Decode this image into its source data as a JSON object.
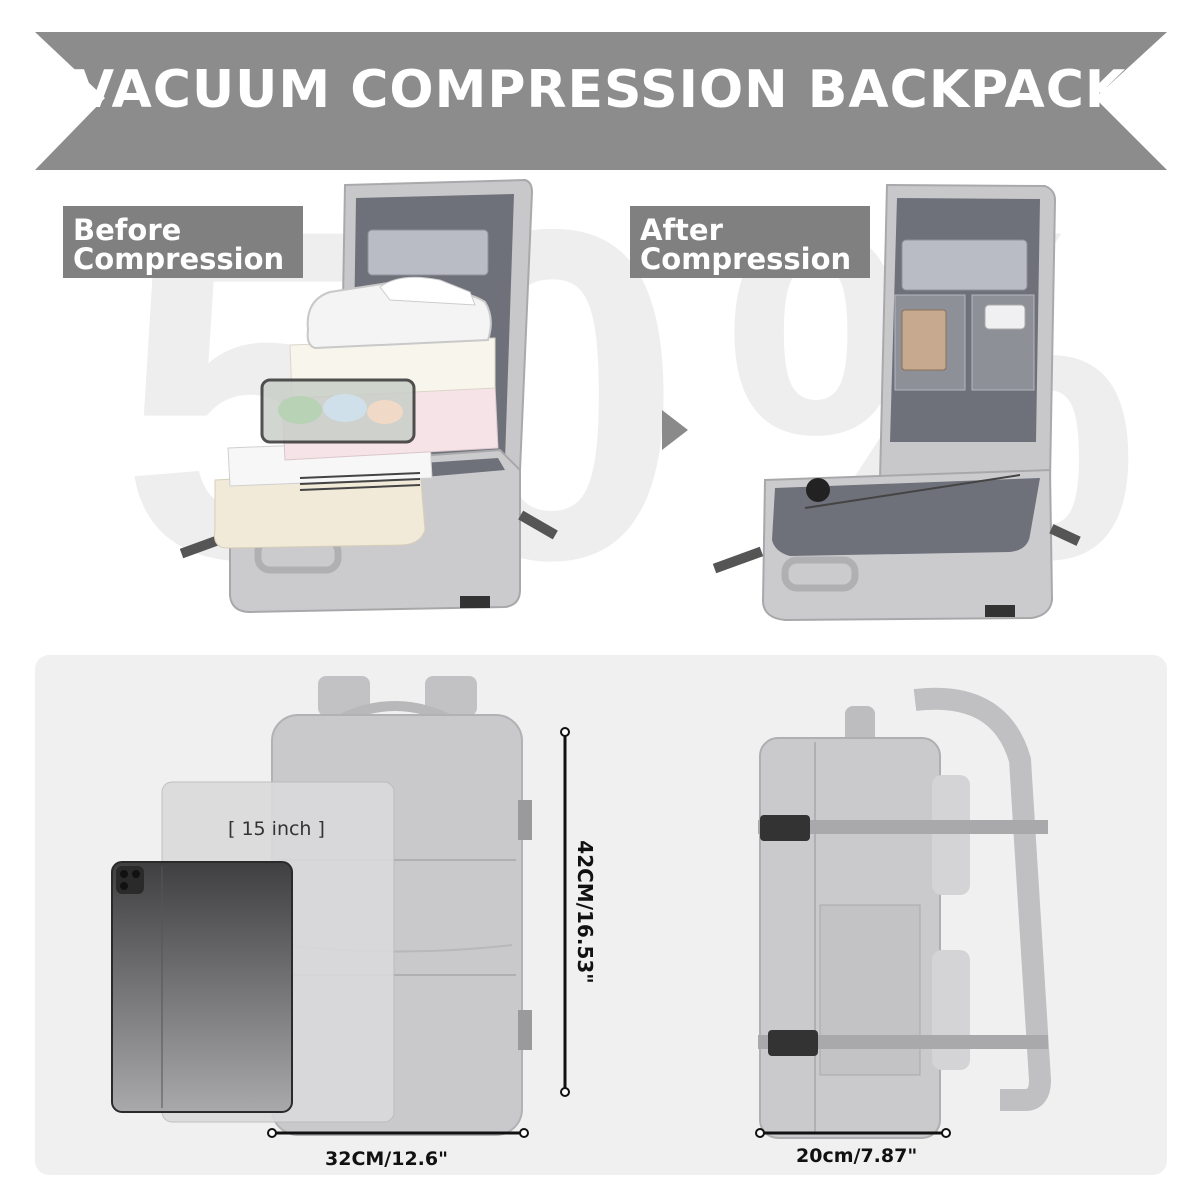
{
  "banner": {
    "title": "VACUUM COMPRESSION BACKPACK",
    "color": "#8c8c8c"
  },
  "watermark": {
    "text": "50%"
  },
  "before": {
    "label_line1": "Before",
    "label_line2": "Compression"
  },
  "after": {
    "label_line1": "After",
    "label_line2": "Compression"
  },
  "dimensions": {
    "height": "42CM/16.53\"",
    "width": "32CM/12.6\"",
    "depth": "20cm/7.87\"",
    "laptop": "[ 15  inch ]"
  },
  "colors": {
    "label_bg": "#808080",
    "bag_gray": "#c9c9cb",
    "lining": "#6d6f78",
    "panel_bg": "#f0f0f0"
  }
}
